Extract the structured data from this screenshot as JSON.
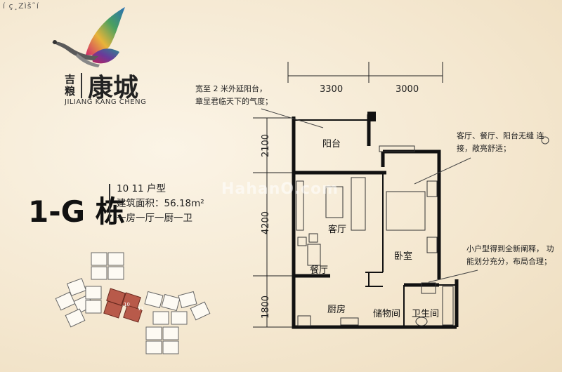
{
  "header": {
    "garbled_text": "í  ç¸Zìš˜í"
  },
  "brand": {
    "small_line1": "吉",
    "small_line2": "粮",
    "name": "康城",
    "english": "JILIANG KANG CHENG"
  },
  "unit": {
    "building": "1-G 栋",
    "unit_type": "10  11  户型",
    "area": "建筑面积：56.18m²",
    "layout": "一房一厅一厨一卫"
  },
  "watermark": "HahanO.com",
  "notes": {
    "balcony_line1": "宽至 2 米外延阳台，",
    "balcony_line2": "章显君临天下的气度；",
    "flow_line1": "客厅、餐厅、阳台无缝 连",
    "flow_line2": "接，敞亮舒适；",
    "small_line1": "小户型得到全新阐释，  功",
    "small_line2": "能划分充分，布局合理；"
  },
  "dimensions": {
    "top_left": "3300",
    "top_right": "3000",
    "left_top": "2100",
    "left_mid": "4200",
    "left_bottom": "1800"
  },
  "rooms": {
    "balcony": "阳台",
    "living": "客厅",
    "bedroom": "卧室",
    "dining": "餐厅",
    "kitchen": "厨房",
    "storage": "储物间",
    "bathroom": "卫生间"
  },
  "keyplan": {
    "unit_a": "10",
    "unit_b": "11"
  },
  "colors": {
    "background": "#f6ecd8",
    "wall": "#111111",
    "keyplan_highlight": "#b85a4a"
  }
}
